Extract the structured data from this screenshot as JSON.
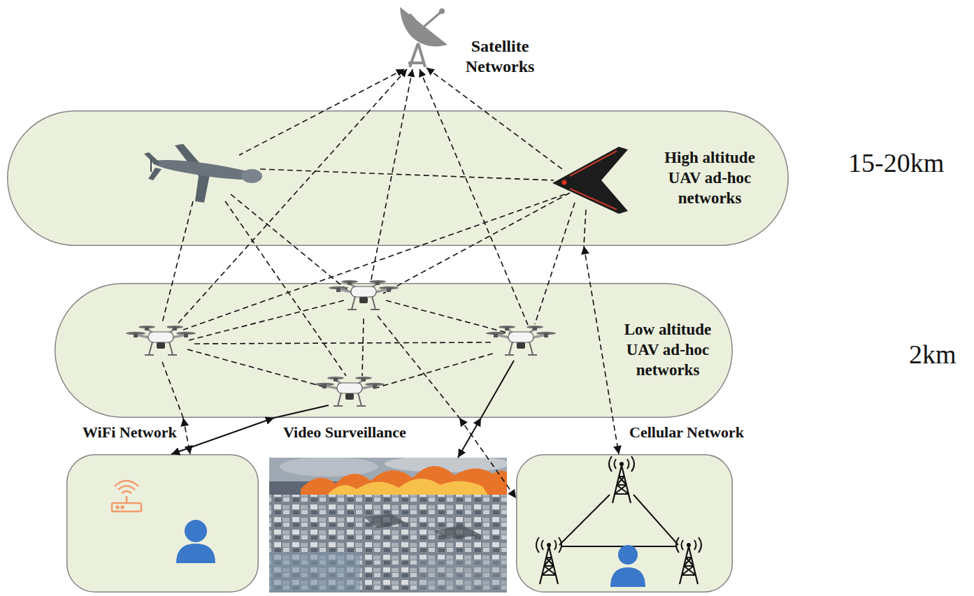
{
  "diagram": {
    "nodes": [
      {
        "text": [
          "High altitude UAV ad-hoc networks"
        ]
      },
      {
        "text": [
          "Low altitude UAV ad-hoc networks"
        ]
      },
      {
        "text": [
          "WiFi Network"
        ]
      },
      {
        "text": [
          "Video Surveillance"
        ]
      },
      {
        "text": [
          "Cellular Network"
        ]
      }
    ],
    "edges": [
      {
        "from": 1,
        "to": 2,
        "arrow": "both"
      },
      {
        "from": 1,
        "to": 2,
        "arrow": "both"
      },
      {
        "from": 1,
        "to": 3,
        "arrow": "both"
      },
      {
        "from": 1,
        "to": 4,
        "arrow": "both"
      },
      {
        "from": 0,
        "to": 4,
        "arrow": "both"
      }
    ],
    "labels": [
      "Satellite Networks",
      "15-20km",
      "2km"
    ]
  }
}
